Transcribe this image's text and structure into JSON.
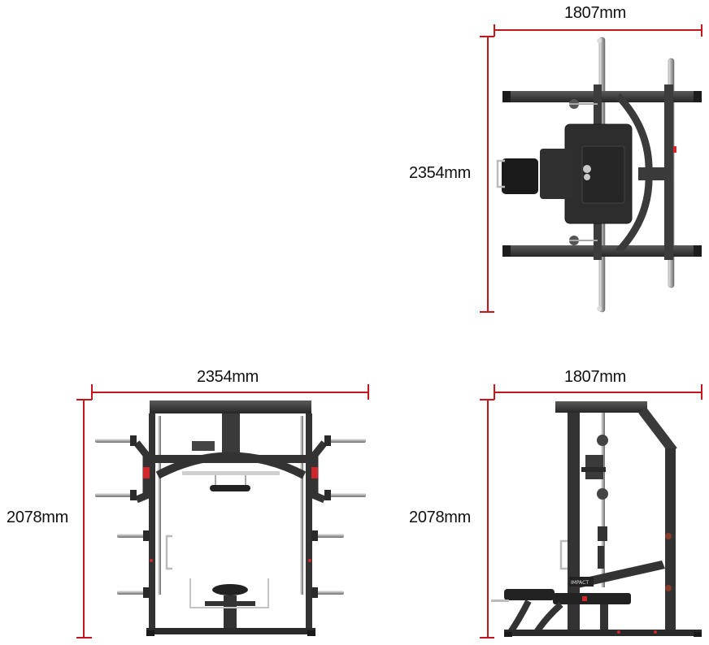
{
  "dimensions": {
    "top_width": "1807mm",
    "top_depth": "2354mm",
    "front_width": "2354mm",
    "front_height": "2078mm",
    "side_width": "1807mm",
    "side_height": "2078mm"
  },
  "logo_text": "IMPACT",
  "colors": {
    "dimension_line": "#c4161c",
    "frame": "#3a3a3a",
    "frame_dark": "#262626",
    "chrome": "#c9c9c9",
    "accent": "#d0262c"
  }
}
